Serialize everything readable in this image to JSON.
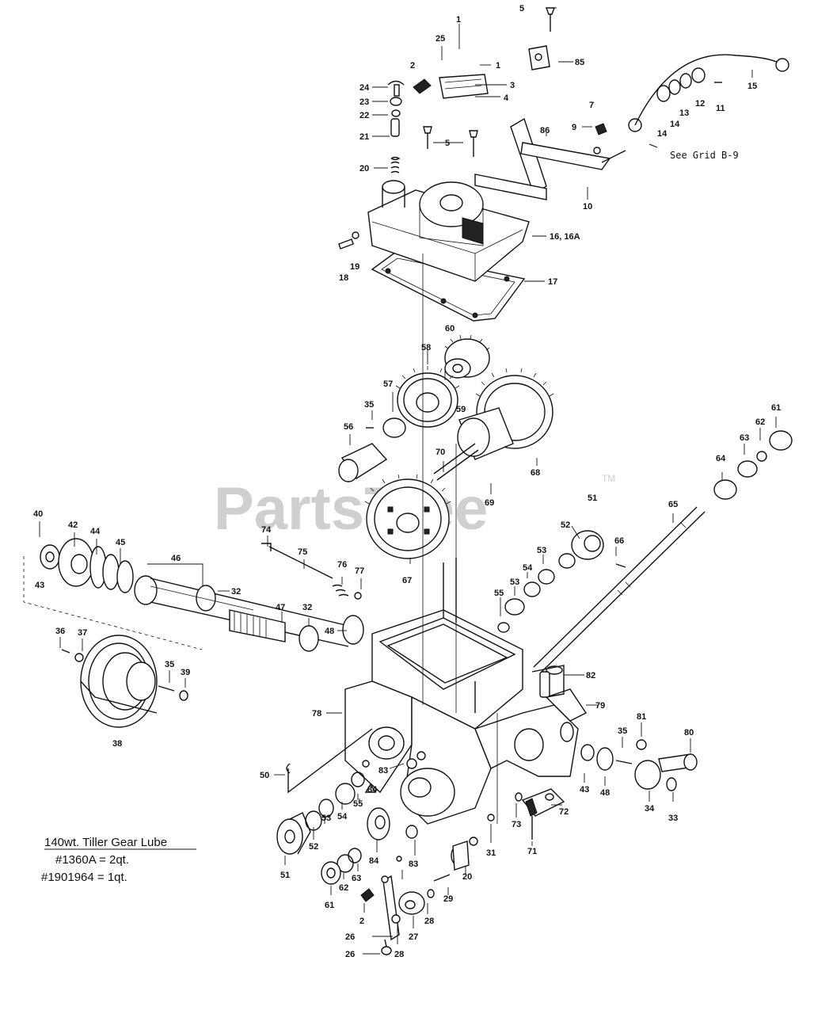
{
  "watermark": {
    "text": "PartsTree",
    "tm": "TM"
  },
  "grid_note": "See Grid B-9",
  "lube": {
    "title": "140wt. Tiller Gear Lube",
    "line1": "#1360A = 2qt.",
    "line2": "#1901964 = 1qt."
  },
  "callouts": [
    "1",
    "25",
    "2",
    "1",
    "3",
    "4",
    "24",
    "23",
    "22",
    "21",
    "5",
    "20",
    "16, 16A",
    "19",
    "18",
    "17",
    "5",
    "85",
    "86",
    "9",
    "7",
    "10",
    "15",
    "11",
    "12",
    "13",
    "14",
    "14",
    "60",
    "58",
    "59",
    "57",
    "35",
    "56",
    "70",
    "68",
    "69",
    "61",
    "62",
    "63",
    "64",
    "65",
    "40",
    "42",
    "44",
    "45",
    "46",
    "43",
    "32",
    "74",
    "75",
    "76",
    "77",
    "67",
    "51",
    "52",
    "66",
    "53",
    "54",
    "53",
    "55",
    "36",
    "37",
    "38",
    "35",
    "39",
    "47",
    "32",
    "48",
    "82",
    "78",
    "79",
    "35",
    "81",
    "80",
    "50",
    "83",
    "84",
    "43",
    "48",
    "34",
    "33",
    "55",
    "53",
    "54",
    "52",
    "51",
    "73",
    "72",
    "71",
    "84",
    "63",
    "62",
    "61",
    "83",
    "31",
    "20",
    "2",
    "29",
    "28",
    "27",
    "26",
    "28",
    "26"
  ]
}
